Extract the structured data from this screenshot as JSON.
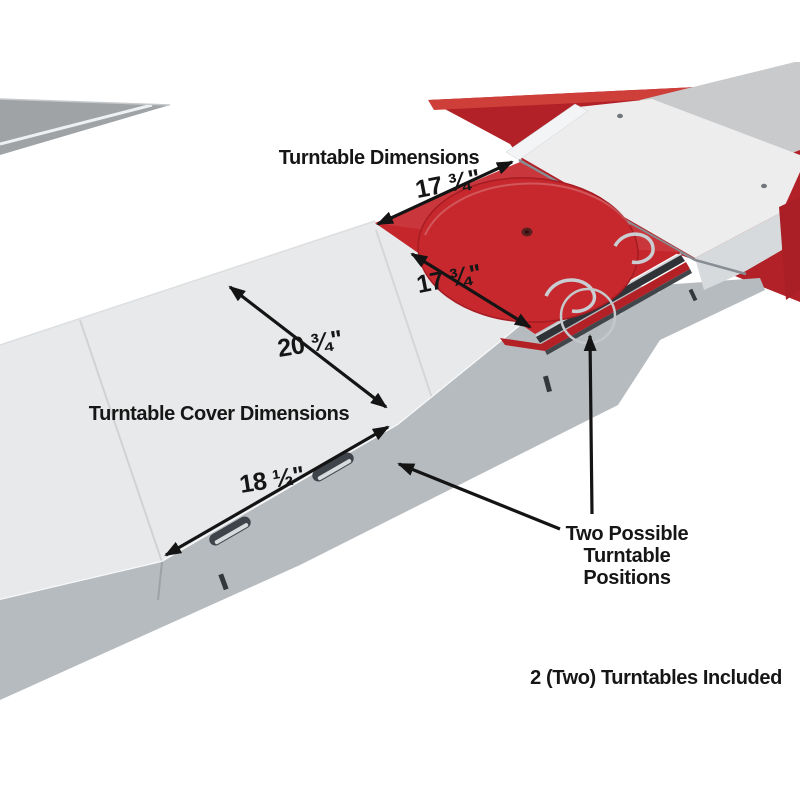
{
  "annotations": {
    "turntable_dims_title": "Turntable Dimensions",
    "turntable_dim_top": "17 ¾\"",
    "turntable_dim_side": "17 ¾\"",
    "cover_dim_width": "20 ¾\"",
    "cover_dim_length": "18 ½\"",
    "cover_title": "Turntable Cover Dimensions",
    "positions_note_lines": [
      "Two Possible",
      "Turntable",
      "Positions"
    ],
    "included_note": "2 (Two) Turntables Included"
  },
  "colors": {
    "turntable_red": "#c5262c",
    "beam_red": "#b22127",
    "beam_highlight_red": "#cf3f3a",
    "right_strip_red": "#a91f25",
    "deck_gray": "#e8e9ea",
    "side_gray": "#b6bbbf",
    "panel_gray": "#c8cacc",
    "cover_white": "#ededee",
    "rear_runway_gray": "#9fa3a6",
    "annotation_ink": "#161616"
  }
}
